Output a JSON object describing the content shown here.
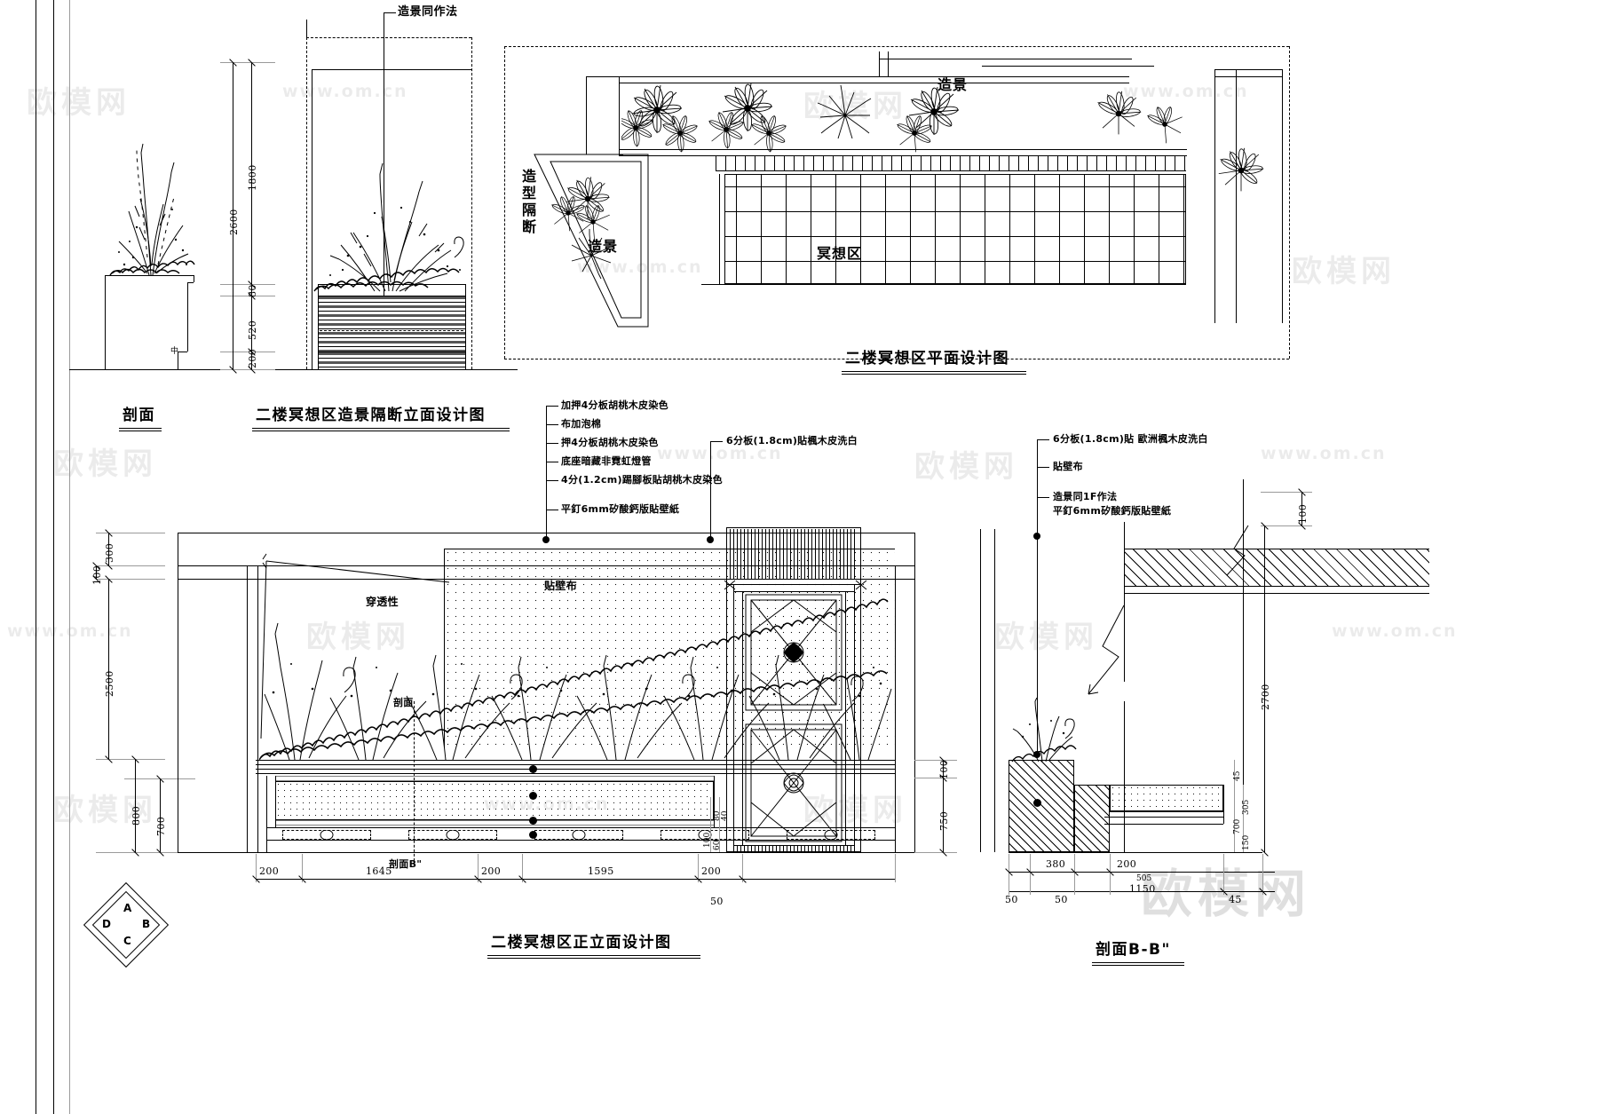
{
  "sheet": {
    "title_top_left_note": "造景同作法",
    "watermarks": [
      "欧模网",
      "www.om.cn"
    ]
  },
  "views": {
    "section_left": {
      "caption": "剖面"
    },
    "elevation_partition": {
      "caption": "二楼冥想区造景隔断立面设计图",
      "dimensions": {
        "total_height": "2600",
        "upper": "1800",
        "cap": "80",
        "slats": "520",
        "base": "200"
      },
      "note": "造景同作法"
    },
    "plan": {
      "caption": "二楼冥想区平面设计图",
      "labels": {
        "landscape_top": "造景",
        "partition": "造型隔断",
        "landscape_left": "造景",
        "meditation_zone": "冥想区"
      }
    },
    "front_elevation": {
      "caption": "二楼冥想区正立面设计图",
      "labels": {
        "transparency": "穿透性",
        "wallcloth": "贴壁布",
        "section_mark_a": "剖面",
        "section_mark_b": "剖面B\""
      },
      "leader_notes": [
        "加押4分板胡桃木皮染色",
        "布加泡棉",
        "押4分板胡桃木皮染色",
        "底座暗藏非霓虹燈管",
        "4分(1.2cm)踢腳板貼胡桃木皮染色",
        "平釘6mm矽酸鈣版貼壁紙"
      ],
      "leader_note_right": "6分板(1.8cm)貼楓木皮洗白",
      "vertical_dims_left": [
        "300",
        "100",
        "2500",
        "800",
        "700"
      ],
      "vertical_dims_right": [
        "100",
        "750",
        "100",
        "80",
        "40",
        "60"
      ],
      "horizontal_dims": [
        "200",
        "1645",
        "200",
        "1595",
        "200"
      ],
      "horizontal_dim_extra": "50"
    },
    "section_bb": {
      "caption": "剖面B-B\"",
      "leader_notes": [
        "6分板(1.8cm)貼 歐洲楓木皮洗白",
        "貼壁布",
        "造景同1F作法",
        "平釘6mm矽酸鈣版貼壁紙"
      ],
      "vertical_dims": [
        "100",
        "2700",
        "45",
        "305",
        "700",
        "150"
      ],
      "horizontal_dims": [
        "50",
        "380",
        "50",
        "200",
        "1150",
        "45"
      ],
      "horizontal_dim_sub": "505"
    },
    "key_diamond": {
      "left": "D",
      "top": "A",
      "right": "B",
      "bottom": "C"
    }
  }
}
